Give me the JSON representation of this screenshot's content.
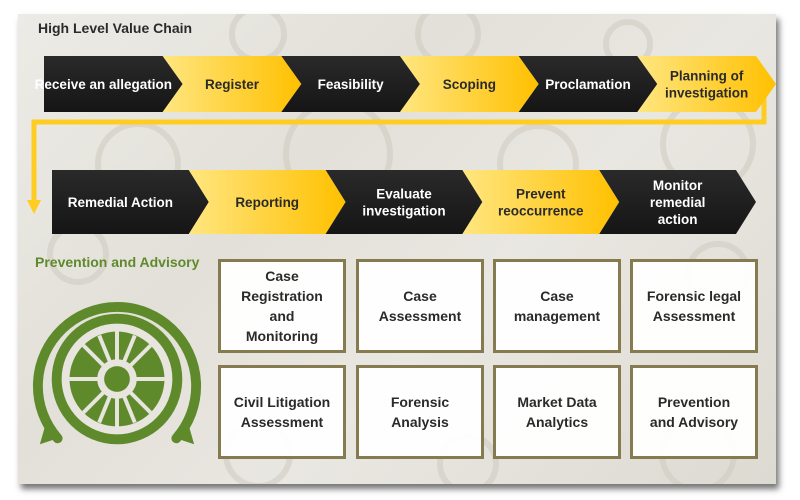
{
  "header": {
    "title": "High Level Value Chain"
  },
  "chain_row1": [
    {
      "label": "Receive an allegation",
      "style": "dark"
    },
    {
      "label": "Register",
      "style": "yellow"
    },
    {
      "label": "Feasibility",
      "style": "dark"
    },
    {
      "label": "Scoping",
      "style": "yellow"
    },
    {
      "label": "Proclamation",
      "style": "dark"
    },
    {
      "label": "Planning of\ninvestigation",
      "style": "yellow"
    }
  ],
  "chain_row2": [
    {
      "label": "Remedial Action",
      "style": "dark"
    },
    {
      "label": "Reporting",
      "style": "yellow"
    },
    {
      "label": "Evaluate\ninvestigation",
      "style": "dark"
    },
    {
      "label": "Prevent\nreoccurrence",
      "style": "yellow"
    },
    {
      "label": "Monitor\nremedial\naction",
      "style": "dark"
    }
  ],
  "prevention": {
    "title": "Prevention and Advisory",
    "boxes": [
      "Case\nRegistration\nand\nMonitoring",
      "Case\nAssessment",
      "Case\nmanagement",
      "Forensic legal\nAssessment",
      "Civil Litigation\nAssessment",
      "Forensic\nAnalysis",
      "Market Data\nAnalytics",
      "Prevention\nand Advisory"
    ]
  },
  "colors": {
    "dark": "#1f1f1f",
    "yellow": "#ffc000",
    "yellow_light": "#ffe680",
    "green": "#5f8a2c",
    "box_border": "#857a50"
  },
  "icons": {
    "wheel": "cycle-wheel-icon"
  }
}
